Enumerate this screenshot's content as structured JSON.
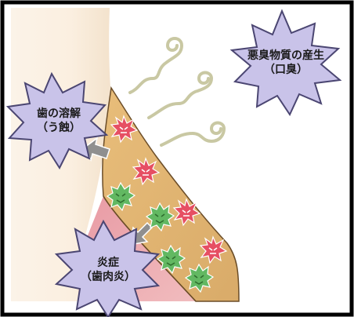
{
  "labels": {
    "odor": {
      "line1": "悪臭物質の産生",
      "line2": "（口臭）"
    },
    "dissolution": {
      "line1": "歯の溶解",
      "line2": "（う蝕）"
    },
    "inflammation": {
      "line1": "炎症",
      "line2": "（歯肉炎）"
    }
  },
  "colors": {
    "frame": "#000000",
    "burst_fill": "#c9c3e9",
    "burst_stroke": "#4b4672",
    "tooth": "#fbf1e4",
    "plaque": "#dfb271",
    "gum_dark": "#e49aa3",
    "gum_light": "#f6cfd1",
    "bacteria_red": "#e64f63",
    "bacteria_green": "#62b862",
    "arrow": "#8f8f8f",
    "odor_wave": "#c9c8a3"
  },
  "icons": [
    "arrow-icon",
    "red-bacteria-icon",
    "green-bacteria-icon",
    "odor-wave-icon",
    "starburst-icon"
  ]
}
